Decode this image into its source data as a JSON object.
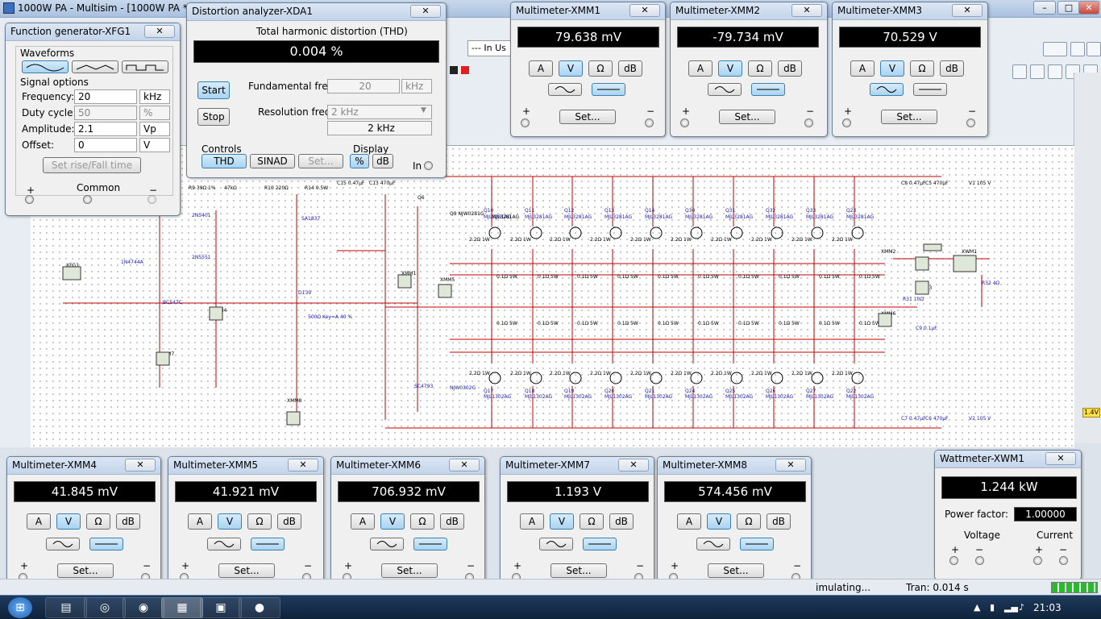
{
  "app": {
    "title": "1000W PA - Multisim - [1000W PA *]"
  },
  "toolbar": {
    "dropdown_value": "--- In Us"
  },
  "function_generator": {
    "title": "Function generator-XFG1",
    "waveforms_label": "Waveforms",
    "signal_options_label": "Signal options",
    "frequency_label": "Frequency:",
    "frequency_value": "20",
    "frequency_unit": "kHz",
    "duty_label": "Duty cycle:",
    "duty_value": "50",
    "duty_unit": "%",
    "amplitude_label": "Amplitude:",
    "amplitude_value": "2.1",
    "amplitude_unit": "Vp",
    "offset_label": "Offset:",
    "offset_value": "0",
    "offset_unit": "V",
    "rise_fall_button": "Set rise/Fall time",
    "plus": "+",
    "common_label": "Common",
    "minus": "−"
  },
  "distortion": {
    "title": "Distortion analyzer-XDA1",
    "thd_label": "Total harmonic distortion (THD)",
    "thd_value": "0.004 %",
    "start_button": "Start",
    "stop_button": "Stop",
    "fund_label": "Fundamental freq.",
    "fund_value": "20",
    "fund_unit": "kHz",
    "res_label": "Resolution freq.",
    "res_value": "2 kHz",
    "res_readout": "2 kHz",
    "controls_label": "Controls",
    "display_label": "Display",
    "thd_button": "THD",
    "sinad_button": "SINAD",
    "set_button": "Set...",
    "pct_button": "%",
    "db_button": "dB",
    "in_label": "In"
  },
  "meter_labels": {
    "a": "A",
    "v": "V",
    "ohm": "Ω",
    "db": "dB",
    "set": "Set...",
    "plus": "+",
    "minus": "−"
  },
  "multimeters": [
    {
      "title": "Multimeter-XMM1",
      "reading": "79.638 mV"
    },
    {
      "title": "Multimeter-XMM2",
      "reading": "-79.734 mV"
    },
    {
      "title": "Multimeter-XMM3",
      "reading": "70.529 V"
    },
    {
      "title": "Multimeter-XMM4",
      "reading": "41.845 mV"
    },
    {
      "title": "Multimeter-XMM5",
      "reading": "41.921 mV"
    },
    {
      "title": "Multimeter-XMM6",
      "reading": "706.932 mV"
    },
    {
      "title": "Multimeter-XMM7",
      "reading": "1.193 V"
    },
    {
      "title": "Multimeter-XMM8",
      "reading": "574.456 mV"
    }
  ],
  "wattmeter": {
    "title": "Wattmeter-XWM1",
    "reading": "1.244 kW",
    "pf_label": "Power factor:",
    "pf_value": "1.00000",
    "voltage_label": "Voltage",
    "current_label": "Current"
  },
  "schematic": {
    "top_labels": [
      "R9 39Ω 1%",
      "47kΩ",
      "R10 220Ω",
      "R14 0.5W",
      "C15 0.47μF",
      "C13 470μF",
      "Q6",
      "Q9 NJW0281G",
      "MJL3281AG",
      "C8 0.47μF",
      "C5 470μF",
      "V1 105 V"
    ],
    "transistors_top": [
      "Q10",
      "Q11",
      "Q12",
      "Q13",
      "Q14",
      "Q30",
      "Q31",
      "Q32",
      "Q33",
      "Q23"
    ],
    "transistors_bottom": [
      "Q17",
      "Q18",
      "Q19",
      "Q20",
      "Q21",
      "Q24",
      "Q25",
      "Q26",
      "Q27",
      "Q22"
    ],
    "npn_part": "MJL3281AG",
    "pnp_part": "MJL1302AG",
    "emitter_res": "0.1Ω 5W",
    "base_res": "2.2Ω 1W",
    "misc_labels": [
      "XFG1",
      "XDA1",
      "XWM1",
      "XMM1",
      "XMM2",
      "XMM3",
      "XMM4",
      "XMM5",
      "XMM6",
      "XMM7",
      "XMM8",
      "R32 4Ω",
      "V2 105 V",
      "C7 0.47μF",
      "C6 470μF",
      "C9 0.1μF",
      "R31 10Ω",
      "2N5401",
      "2N5551",
      "BC547C",
      "1N4744A",
      "D139",
      "SA1837",
      "SC4793",
      "NJW0302G",
      "500Ω Key=A 40 %"
    ]
  },
  "status": {
    "simulating": "imulating...",
    "tran": "Tran: 0.014 s",
    "badge": "1.4V"
  },
  "taskbar": {
    "clock": "21:03"
  }
}
